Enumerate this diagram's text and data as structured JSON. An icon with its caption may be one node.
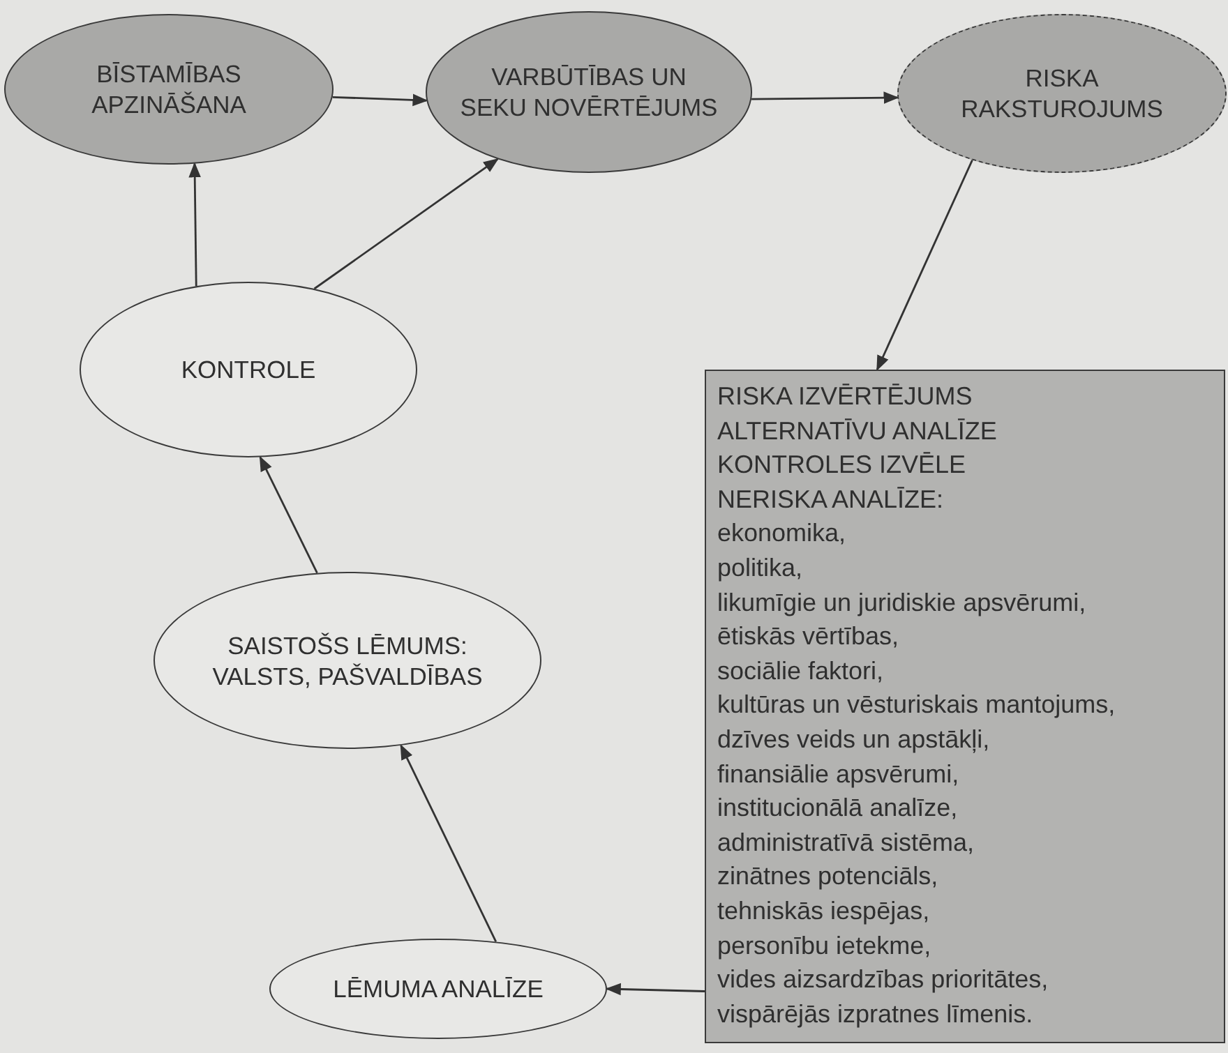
{
  "diagram": {
    "nodes": [
      {
        "text": [
          "BĪSTAMĪBAS APZINĀŠANA"
        ]
      },
      {
        "text": [
          "VARBŪTĪBAS UN SEKU NOVĒRTĒJUMS"
        ]
      },
      {
        "text": [
          "RISKA RAKSTUROJUMS"
        ]
      },
      {
        "text": [
          "KONTROLE"
        ]
      },
      {
        "text": [
          "SAISTOŠS LĒMUMS: VALSTS, PAŠVALDĪBAS"
        ]
      },
      {
        "text": [
          "LĒMUMA ANALĪZE"
        ]
      },
      {
        "text": [
          "RISKA IZVĒRTĒJUMS",
          "ALTERNATĪVU ANALĪZE",
          "KONTROLES IZVĒLE",
          "NERISKA ANALĪZE:",
          "ekonomika,",
          "politika,",
          "likumīgie un juridiskie apsvērumi,",
          "ētiskās vērtības,",
          "sociālie faktori,",
          "kultūras un vēsturiskais mantojums,",
          "dzīves veids un apstākļi,",
          "finansiālie apsvērumi,",
          "institucionālā analīze,",
          "administratīvā sistēma,",
          "zinātnes potenciāls,",
          "tehniskās iespējas,",
          "personību ietekme,",
          "vides aizsardzības prioritātes,",
          "vispārējās izpratnes līmenis."
        ]
      }
    ],
    "edges": [
      {
        "from": 0,
        "to": 1,
        "arrow": "to"
      },
      {
        "from": 1,
        "to": 2,
        "arrow": "to"
      },
      {
        "from": 2,
        "to": 6,
        "arrow": "to"
      },
      {
        "from": 6,
        "to": 5,
        "arrow": "to"
      },
      {
        "from": 5,
        "to": 4,
        "arrow": "to"
      },
      {
        "from": 4,
        "to": 3,
        "arrow": "to"
      },
      {
        "from": 3,
        "to": 0,
        "arrow": "to"
      },
      {
        "from": 3,
        "to": 1,
        "arrow": "to"
      }
    ]
  }
}
